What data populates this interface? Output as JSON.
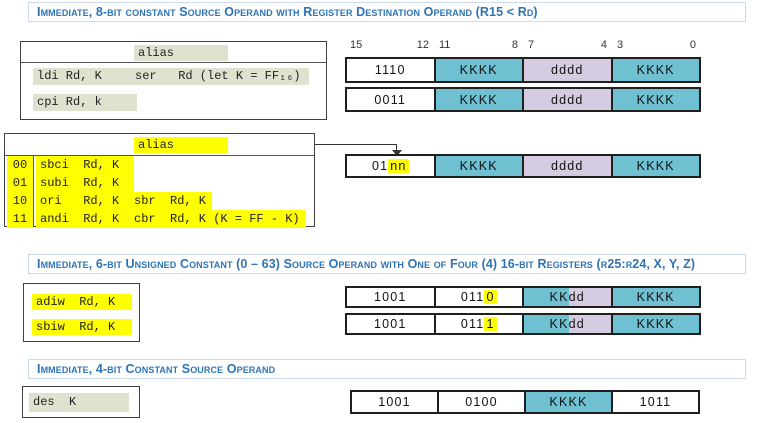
{
  "colors": {
    "teal": "#6fc0d1",
    "lavender": "#d5cce1",
    "highlight_yellow": "#ffff00",
    "highlight_green": "#e0e2cf",
    "title_blue": "#2e74b5",
    "title_border": "#ccd9ea"
  },
  "titles": {
    "section1": "Immediate, 8-bit constant Source Operand with Register Destination Operand (R15 < Rd)",
    "section2": "Immediate, 6-bit Unsigned Constant (0 – 63) Source Operand with One of Four (4) 16-bit Registers (r25:r24, X, Y, Z)",
    "section3": "Immediate, 4-bit Constant Source Operand"
  },
  "table1": {
    "header": "alias",
    "rows": [
      {
        "op": "ldi Rd, K",
        "alias": "ser   Rd (let K = FF₁₆)"
      },
      {
        "op": "cpi Rd, k",
        "alias": ""
      }
    ]
  },
  "table2": {
    "header": "alias",
    "rows": [
      {
        "bits": "00",
        "op": "sbci  Rd, K",
        "alias": ""
      },
      {
        "bits": "01",
        "op": "subi  Rd, K",
        "alias": ""
      },
      {
        "bits": "10",
        "op": "ori   Rd, K",
        "alias": "sbr  Rd, K"
      },
      {
        "bits": "11",
        "op": "andi  Rd, K",
        "alias": "cbr  Rd, K (K = FF - K)"
      }
    ]
  },
  "table3": {
    "rows": [
      {
        "op": "adiw  Rd, K"
      },
      {
        "op": "sbiw  Rd, K"
      }
    ]
  },
  "table4": {
    "rows": [
      {
        "op": "des  K"
      }
    ]
  },
  "bit_labels": [
    "15",
    "12",
    "11",
    "8",
    "7",
    "4",
    "3",
    "0"
  ],
  "words": {
    "ldi": [
      "1110",
      "KKKK",
      "dddd",
      "KKKK"
    ],
    "cpi": [
      "0011",
      "KKKK",
      "dddd",
      "KKKK"
    ],
    "grp": {
      "c1_prefix": "01",
      "c1_hl": "nn",
      "c2": "KKKK",
      "c3": "dddd",
      "c4": "KKKK"
    },
    "adiw": {
      "c1": "1001",
      "c2_prefix": "011",
      "c2_hl": "0",
      "c3": "KKdd",
      "c4": "KKKK"
    },
    "sbiw": {
      "c1": "1001",
      "c2_prefix": "011",
      "c2_hl": "1",
      "c3": "KKdd",
      "c4": "KKKK"
    },
    "des": [
      "1001",
      "0100",
      "KKKK",
      "1011"
    ]
  }
}
